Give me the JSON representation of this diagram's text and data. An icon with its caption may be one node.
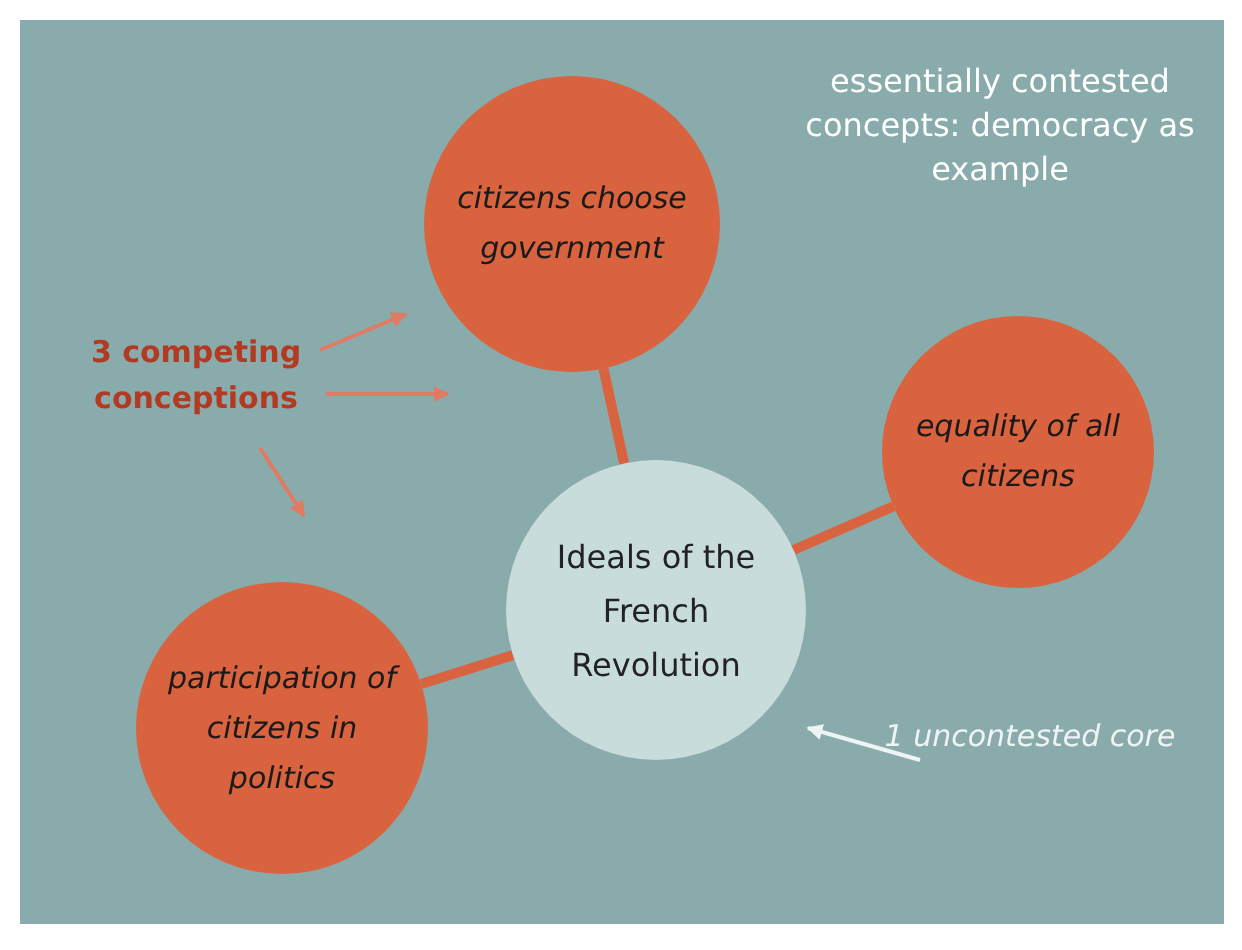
{
  "diagram": {
    "title": "essentially contested concepts: democracy as example",
    "nodes": [
      {
        "text": [
          "Ideals of the French Revolution"
        ]
      },
      {
        "text": [
          "citizens choose government"
        ]
      },
      {
        "text": [
          "equality of all citizens"
        ]
      },
      {
        "text": [
          "participation of citizens in politics"
        ]
      },
      {
        "text": [
          "3 competing conceptions"
        ]
      },
      {
        "text": [
          "1 uncontested core"
        ]
      }
    ],
    "edges": [
      {
        "from": 0,
        "to": 1,
        "arrow": "none",
        "style": "thick",
        "color": "#d9633f"
      },
      {
        "from": 0,
        "to": 2,
        "arrow": "none",
        "style": "thick",
        "color": "#d9633f"
      },
      {
        "from": 0,
        "to": 3,
        "arrow": "none",
        "style": "thick",
        "color": "#d9633f"
      },
      {
        "from": 4,
        "to": 1,
        "arrow": "to",
        "color": "#e07a62"
      },
      {
        "from": 4,
        "to": 1,
        "arrow": "to",
        "color": "#e07a62"
      },
      {
        "from": 4,
        "to": 3,
        "arrow": "to",
        "color": "#e07a62"
      },
      {
        "from": 5,
        "to": 0,
        "arrow": "to",
        "color": "#eef4f4"
      }
    ]
  }
}
